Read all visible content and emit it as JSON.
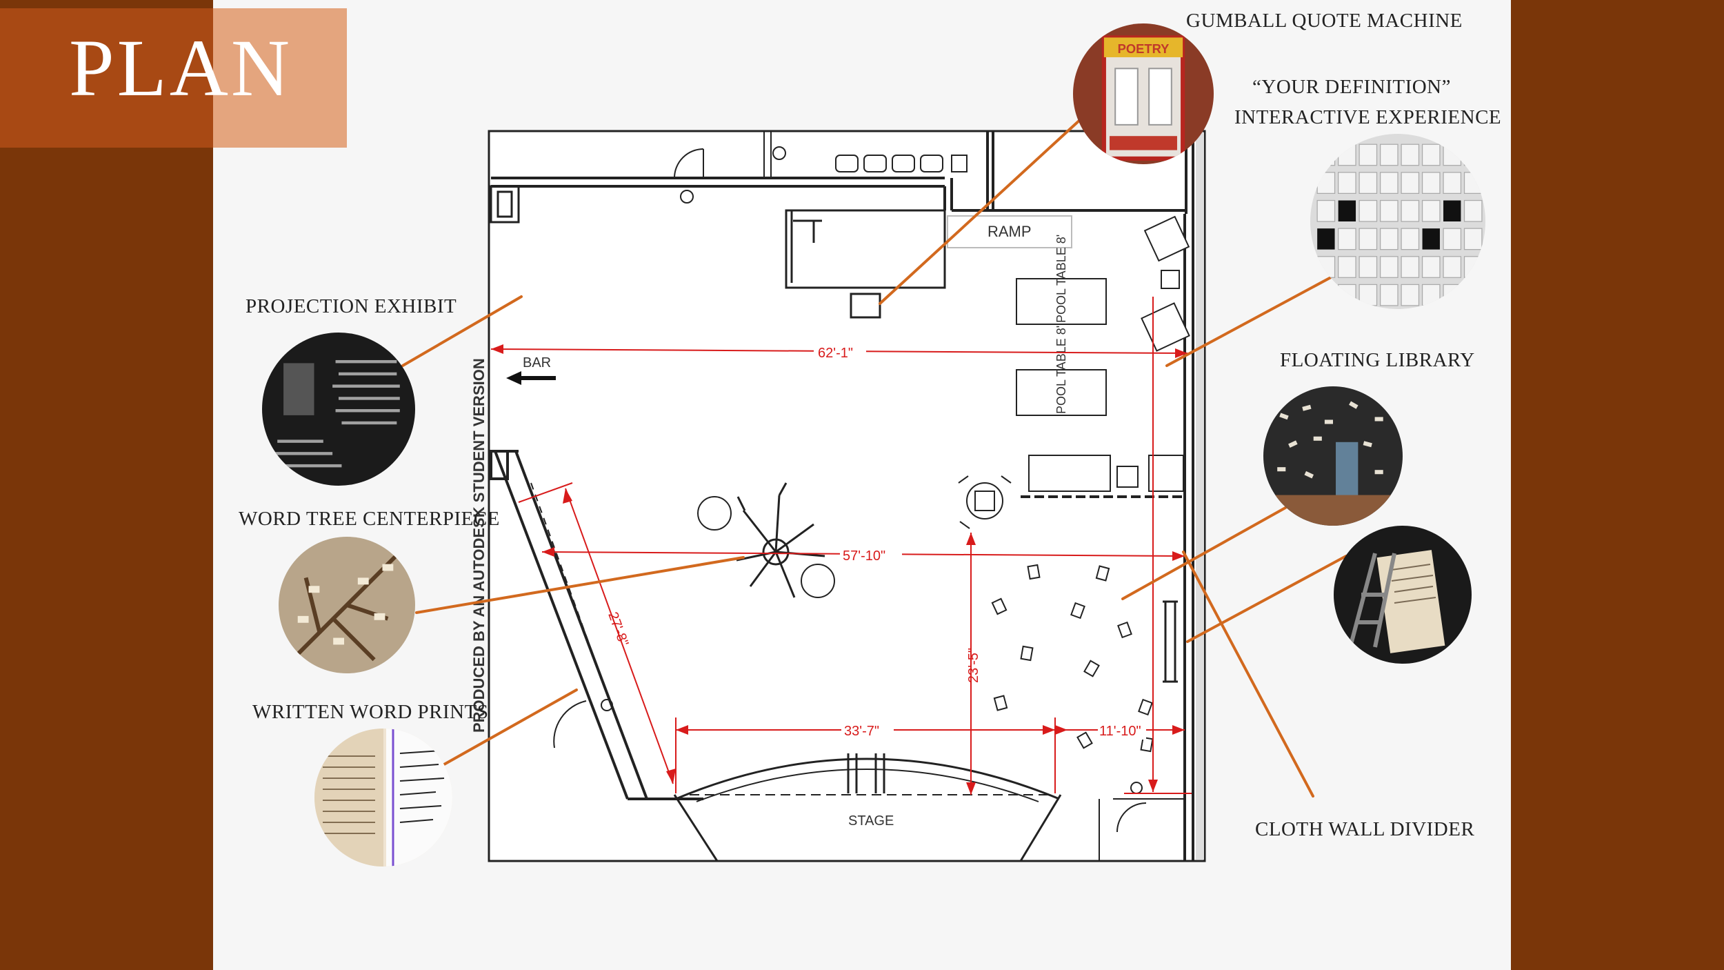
{
  "title": "PLAN",
  "colors": {
    "band": "#7a3609",
    "title_dark": "#a84914",
    "title_light": "#e4a57e",
    "leader": "#d2691e",
    "dimension": "#d81b1b",
    "canvas": "#f6f6f6"
  },
  "callouts": {
    "gumball": "GUMBALL QUOTE MACHINE",
    "your_definition_line1": "“YOUR DEFINITION”",
    "your_definition_line2": "INTERACTIVE EXPERIENCE",
    "projection": "PROJECTION EXHIBIT",
    "floating_library": "FLOATING LIBRARY",
    "word_tree": "WORD TREE CENTERPIECE",
    "written_word": "WRITTEN WORD PRINTS",
    "cloth_wall": "CLOTH WALL DIVIDER"
  },
  "plan": {
    "watermark": "PRODUCED BY AN AUTODESK STUDENT VERSION",
    "ramp": "RAMP",
    "bar": "BAR",
    "stage": "STAGE",
    "pool_table": "POOL TABLE 8'",
    "poetry_sign": "POETRY",
    "dimensions": {
      "width_top": "62'-1\"",
      "width_mid": "57'-10\"",
      "diag": "27'-8\"",
      "stage_width": "33'-7\"",
      "stage_depth": "23'-5\"",
      "right_width": "11'-10\""
    }
  },
  "icons": [
    "gumball-photo-icon",
    "wall-photo-icon",
    "projection-photo-icon",
    "library-photo-icon",
    "tree-photo-icon",
    "prints-photo-icon",
    "cloth-photo-icon"
  ]
}
